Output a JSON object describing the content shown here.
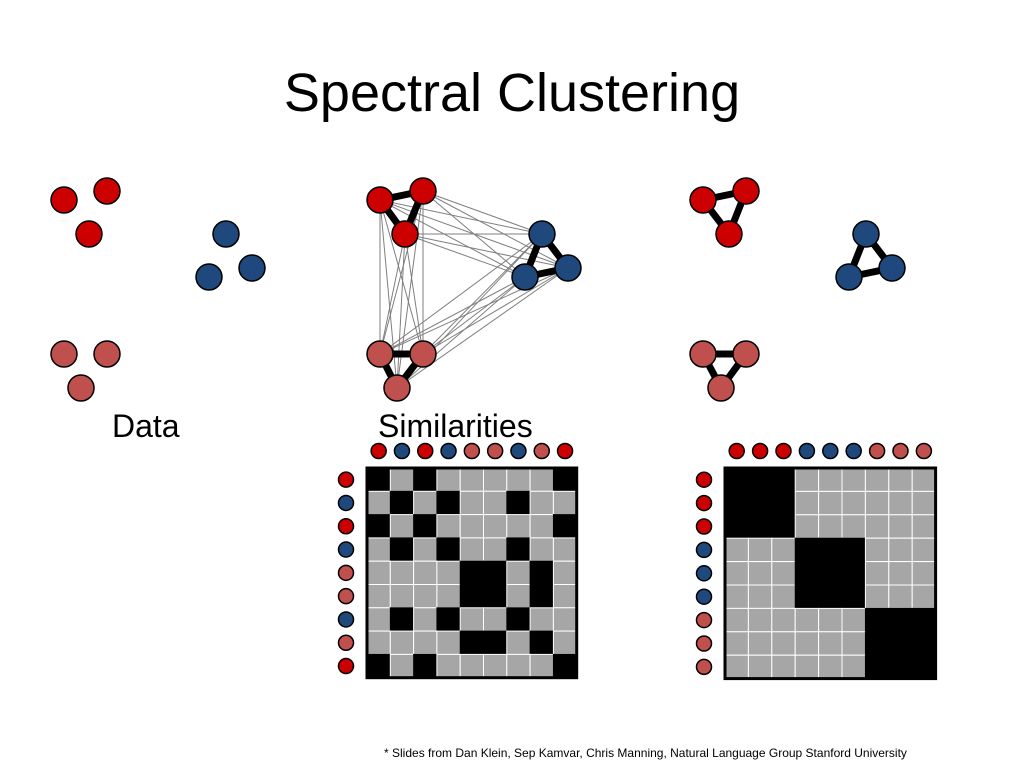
{
  "slide": {
    "title": "Spectral Clustering",
    "label_data": "Data",
    "label_similarities": "Similarities",
    "footnote": "* Slides from Dan Klein, Sep Kamvar, Chris Manning, Natural Language Group Stanford University"
  },
  "colors": {
    "red": "#cc0000",
    "blue": "#1f497d",
    "pink": "#c0504d",
    "cell_on": "#000000",
    "cell_off": "#a6a6a6",
    "thin_edge": "#7f7f7f",
    "thick_edge": "#000000"
  },
  "data_points": [
    "red",
    "red",
    "red",
    "blue",
    "blue",
    "blue",
    "pink",
    "pink",
    "pink"
  ],
  "unsorted_order": [
    "red",
    "blue",
    "red",
    "blue",
    "pink",
    "pink",
    "blue",
    "pink",
    "red"
  ],
  "unsorted_matrix": [
    [
      1,
      0,
      1,
      0,
      0,
      0,
      0,
      0,
      1
    ],
    [
      0,
      1,
      0,
      1,
      0,
      0,
      1,
      0,
      0
    ],
    [
      1,
      0,
      1,
      0,
      0,
      0,
      0,
      0,
      1
    ],
    [
      0,
      1,
      0,
      1,
      0,
      0,
      1,
      0,
      0
    ],
    [
      0,
      0,
      0,
      0,
      1,
      1,
      0,
      1,
      0
    ],
    [
      0,
      0,
      0,
      0,
      1,
      1,
      0,
      1,
      0
    ],
    [
      0,
      1,
      0,
      1,
      0,
      0,
      1,
      0,
      0
    ],
    [
      0,
      0,
      0,
      0,
      1,
      1,
      0,
      1,
      0
    ],
    [
      1,
      0,
      1,
      0,
      0,
      0,
      0,
      0,
      1
    ]
  ],
  "sorted_order": [
    "red",
    "red",
    "red",
    "blue",
    "blue",
    "blue",
    "pink",
    "pink",
    "pink"
  ],
  "sorted_matrix": [
    [
      1,
      1,
      1,
      0,
      0,
      0,
      0,
      0,
      0
    ],
    [
      1,
      1,
      1,
      0,
      0,
      0,
      0,
      0,
      0
    ],
    [
      1,
      1,
      1,
      0,
      0,
      0,
      0,
      0,
      0
    ],
    [
      0,
      0,
      0,
      1,
      1,
      1,
      0,
      0,
      0
    ],
    [
      0,
      0,
      0,
      1,
      1,
      1,
      0,
      0,
      0
    ],
    [
      0,
      0,
      0,
      1,
      1,
      1,
      0,
      0,
      0
    ],
    [
      0,
      0,
      0,
      0,
      0,
      0,
      1,
      1,
      1
    ],
    [
      0,
      0,
      0,
      0,
      0,
      0,
      1,
      1,
      1
    ],
    [
      0,
      0,
      0,
      0,
      0,
      0,
      1,
      1,
      1
    ]
  ]
}
